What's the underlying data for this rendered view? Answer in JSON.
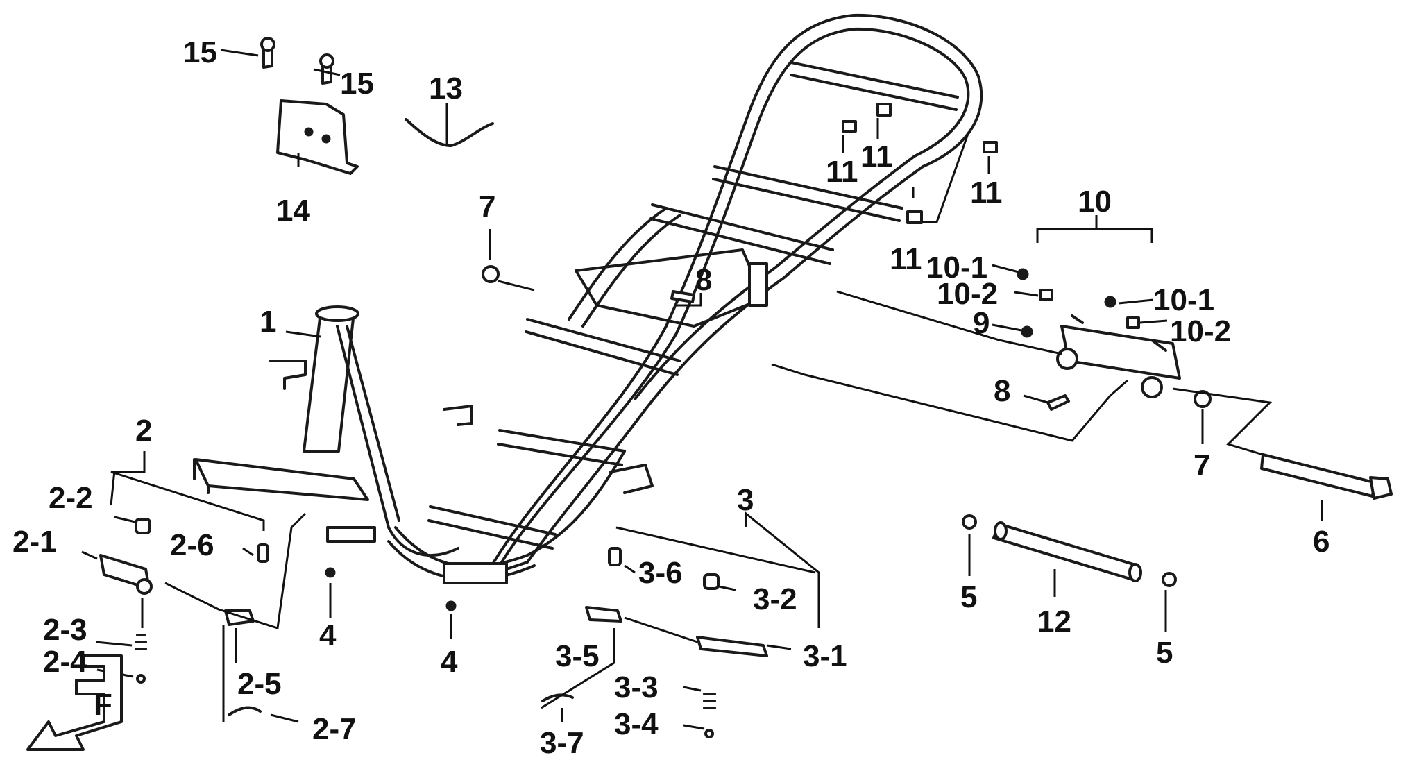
{
  "callouts": {
    "c1": "1",
    "c2": "2",
    "c2_1": "2-1",
    "c2_2": "2-2",
    "c2_3": "2-3",
    "c2_4": "2-4",
    "c2_5": "2-5",
    "c2_6": "2-6",
    "c2_7": "2-7",
    "c3": "3",
    "c3_1": "3-1",
    "c3_2": "3-2",
    "c3_3": "3-3",
    "c3_4": "3-4",
    "c3_5": "3-5",
    "c3_6": "3-6",
    "c3_7": "3-7",
    "c4a": "4",
    "c4b": "4",
    "c5a": "5",
    "c5b": "5",
    "c6": "6",
    "c7a": "7",
    "c7b": "7",
    "c8a": "8",
    "c8b": "8",
    "c9": "9",
    "c10": "10",
    "c10_1a": "10-1",
    "c10_1b": "10-1",
    "c10_2a": "10-2",
    "c10_2b": "10-2",
    "c11a": "11",
    "c11b": "11",
    "c11c": "11",
    "c11d": "11",
    "c12": "12",
    "c13": "13",
    "c14": "14",
    "c15a": "15",
    "c15b": "15"
  },
  "front_indicator": "F"
}
